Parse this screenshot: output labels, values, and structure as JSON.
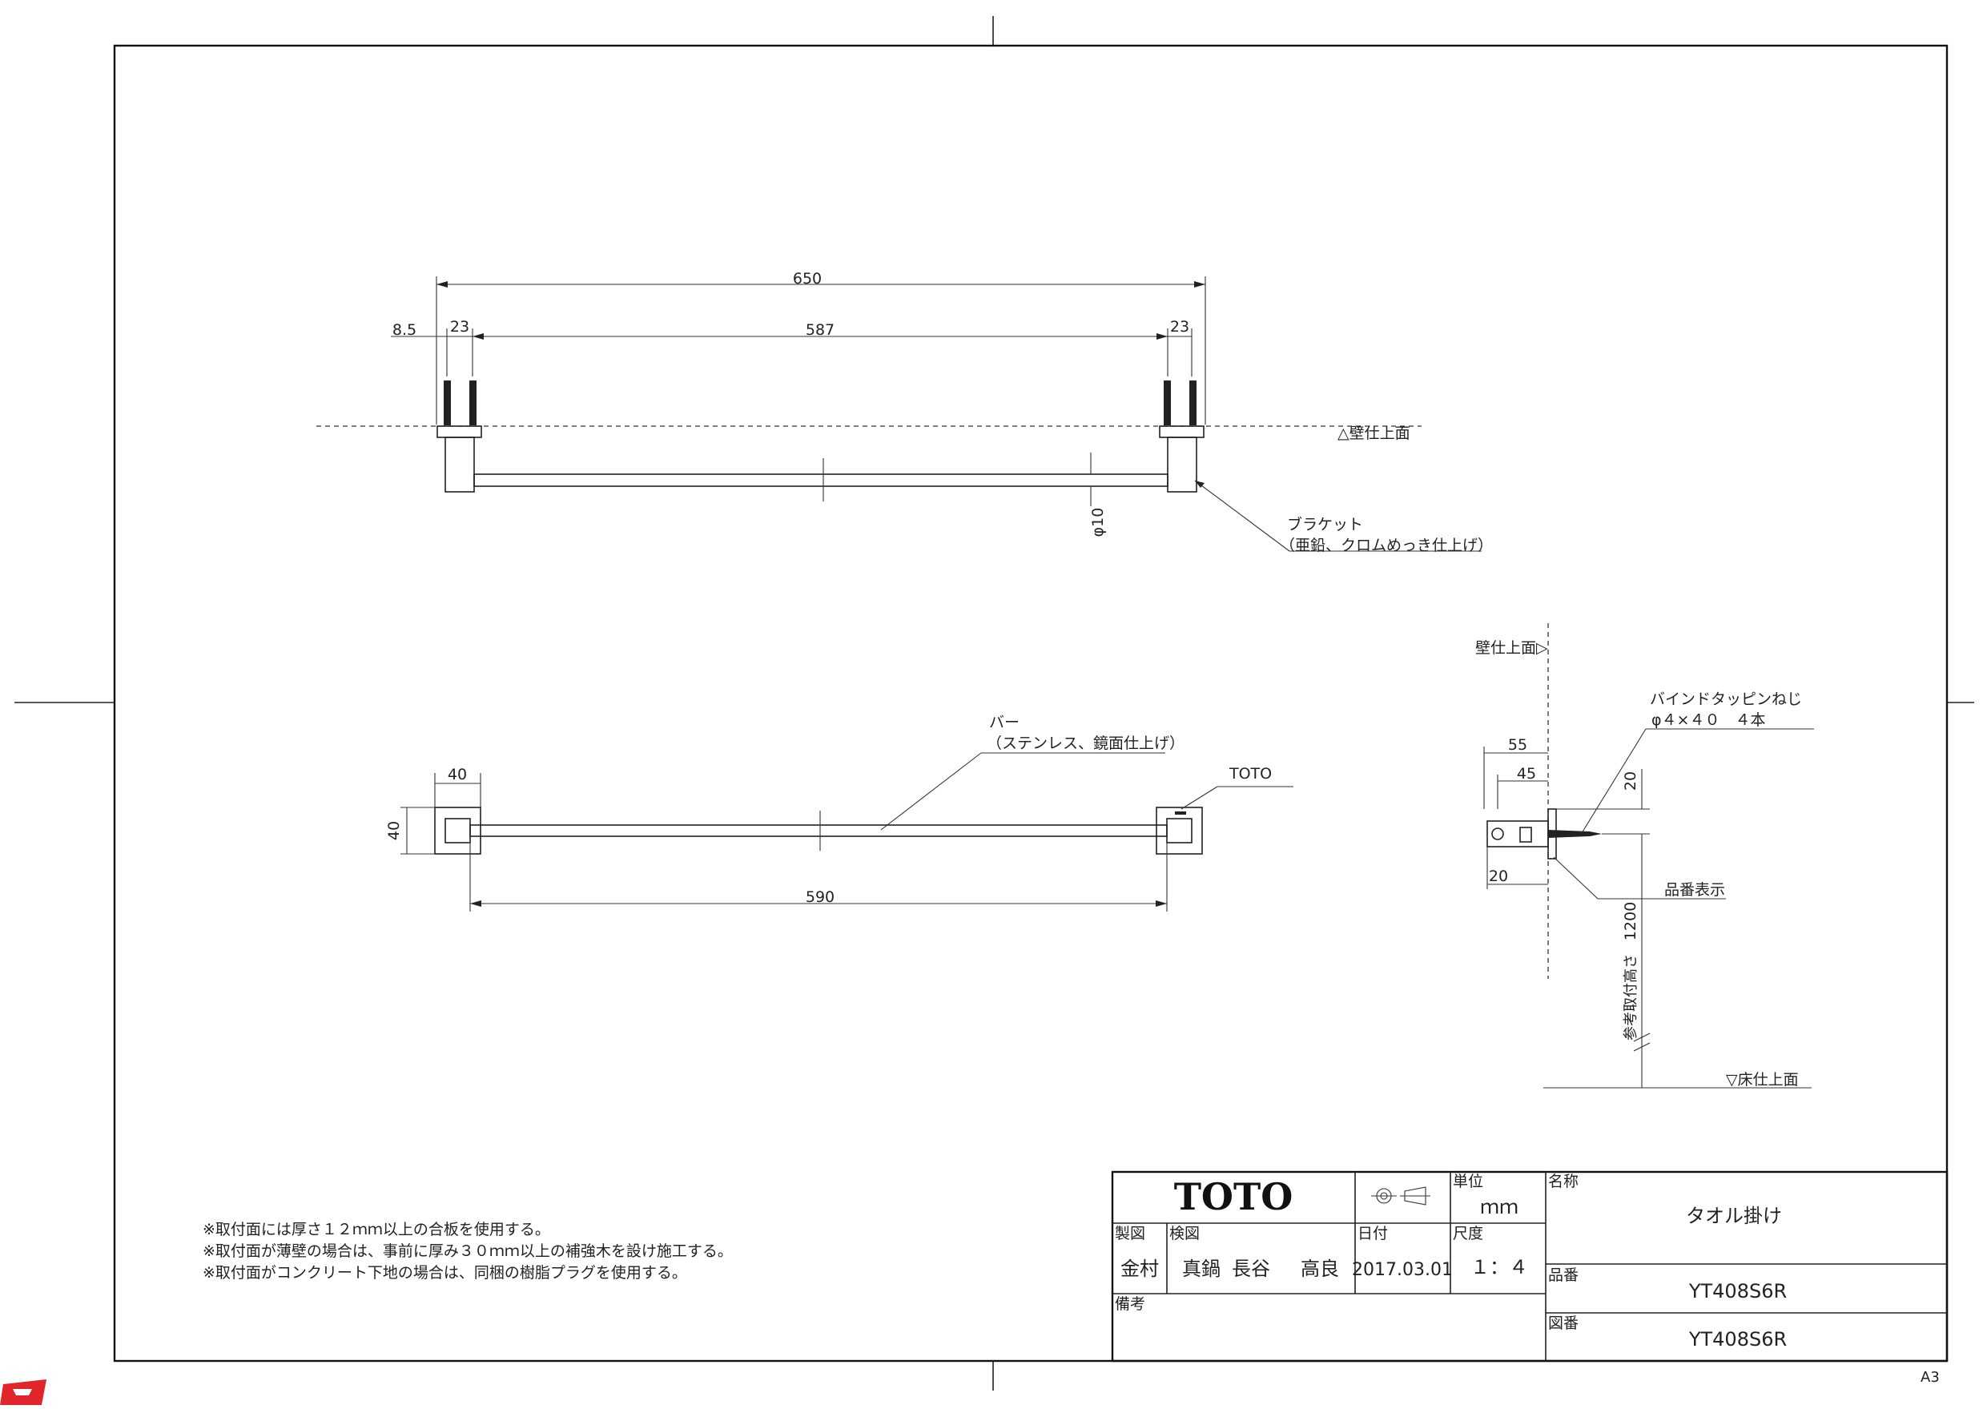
{
  "drawing": {
    "dimensions": {
      "overall": "650",
      "edge": "8.5",
      "bracket_left": "23",
      "bracket_right": "23",
      "center": "587",
      "bar_dia": "φ10",
      "front_width": "40",
      "front_height": "40",
      "front_span": "590",
      "side_55": "55",
      "side_45": "45",
      "side_20_top": "20",
      "side_20_bottom": "20",
      "side_height": "1200"
    },
    "labels": {
      "wall_finish": "△壁仕上面",
      "bracket_name": "ブラケット",
      "bracket_material": "（亜鉛、クロムめっき仕上げ）",
      "bar_name": "バー",
      "bar_material": "（ステンレス、鏡面仕上げ）",
      "toto_mark": "TOTO",
      "side_wall_finish": "壁仕上面▷",
      "screw_name": "バインドタッピンねじ",
      "screw_spec": "φ４×４０　４本",
      "part_number_mark": "品番表示",
      "mount_height": "参考取付高さ",
      "floor_finish": "▽床仕上面"
    },
    "notes": [
      "※取付面には厚さ１２ｍｍ以上の合板を使用する。",
      "※取付面が薄壁の場合は、事前に厚み３０ｍｍ以上の補強木を設け施工する。",
      "※取付面がコンクリート下地の場合は、同梱の樹脂プラグを使用する。"
    ],
    "paper_size": "A3"
  },
  "title_block": {
    "logo": "TOTO",
    "unit_label": "単位",
    "unit_value": "ｍｍ",
    "name_label": "名称",
    "name_value": "タオル掛け",
    "drawn_label": "製図",
    "drawn_by": "金村",
    "checked_label": "検図",
    "checker_1": "真鍋",
    "checker_2": "長谷",
    "checker_3": "高良",
    "date_label": "日付",
    "date_value": "2017.03.01",
    "scale_label": "尺度",
    "scale_value": "１：４",
    "part_label": "品番",
    "part_value": "YT408S6R",
    "remarks_label": "備考",
    "drawing_no_label": "図番",
    "drawing_no_value": "YT408S6R"
  },
  "colors": {
    "line": "#222222",
    "logo_mark": "#e0262a"
  }
}
